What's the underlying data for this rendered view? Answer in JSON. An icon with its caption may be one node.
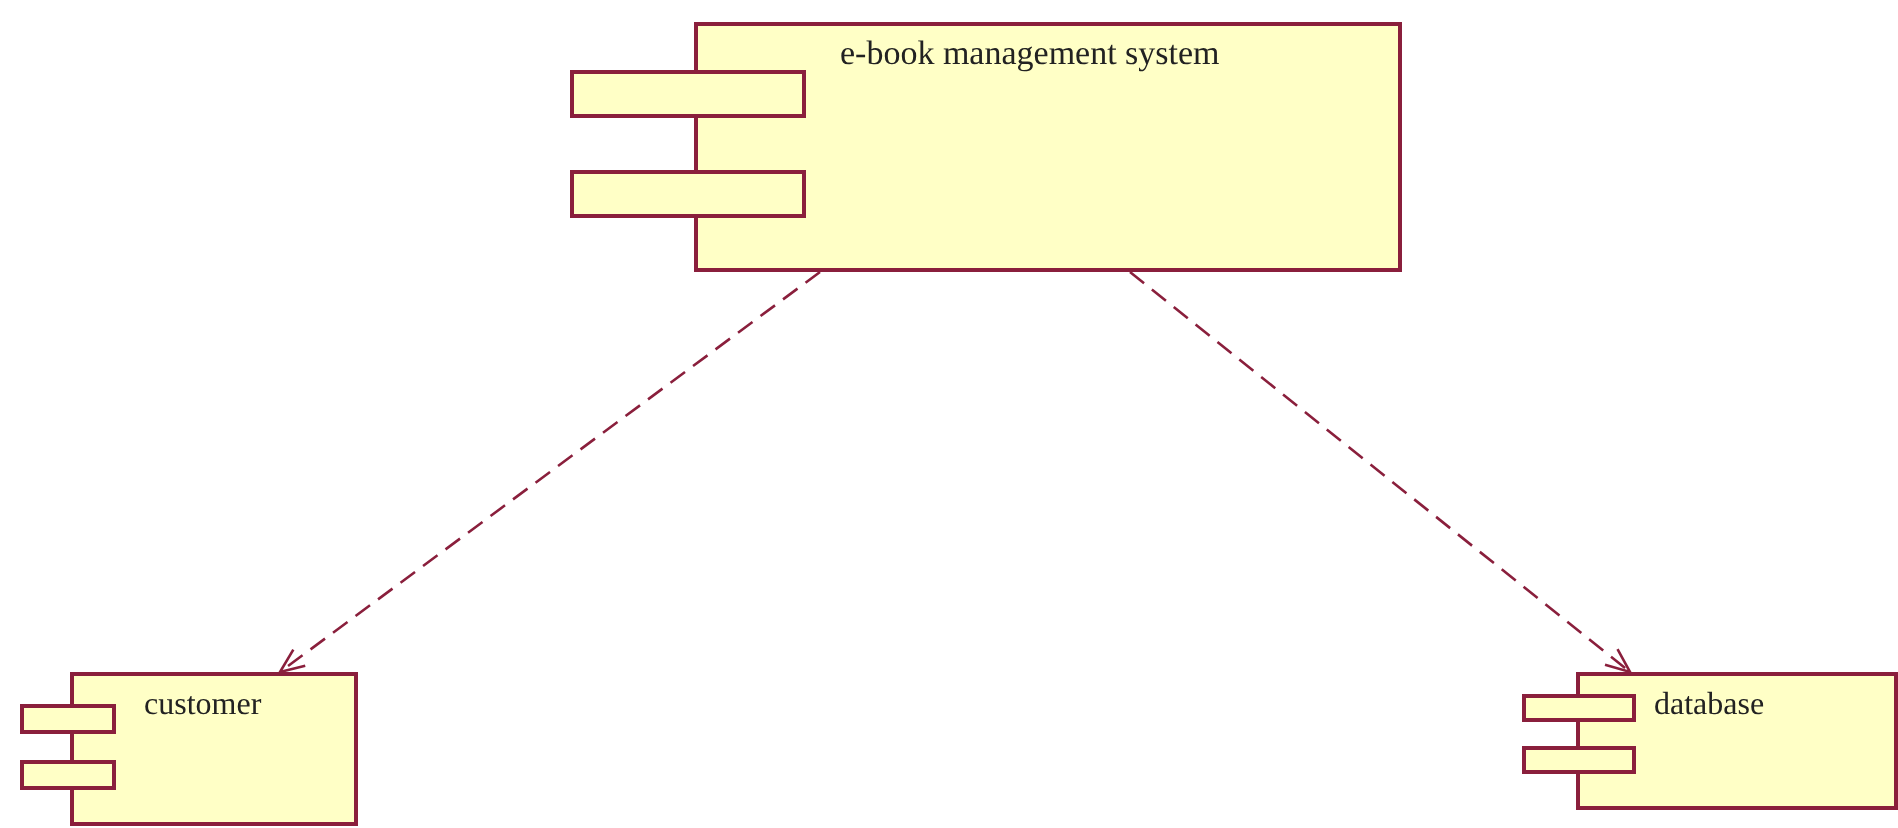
{
  "diagram": {
    "nodes": [
      {
        "text": [
          "e-book management system"
        ]
      },
      {
        "text": [
          "customer"
        ]
      },
      {
        "text": [
          "database"
        ]
      }
    ],
    "edges": [
      {
        "from": 0,
        "to": 1,
        "arrow": "to",
        "style": "dashed"
      },
      {
        "from": 0,
        "to": 2,
        "arrow": "to",
        "style": "dashed"
      }
    ]
  }
}
